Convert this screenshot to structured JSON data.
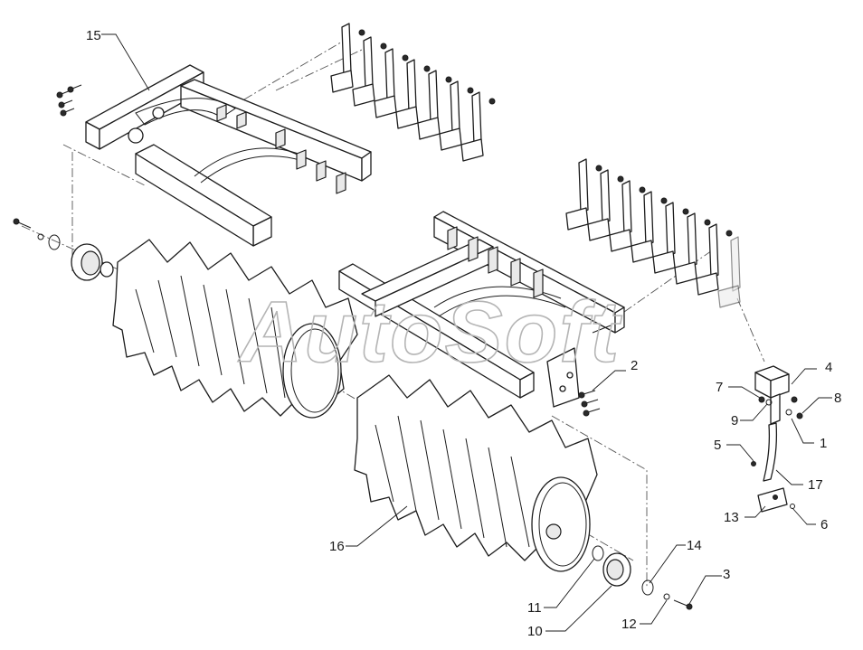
{
  "watermark": "AutoSoft",
  "labels": {
    "l1": "1",
    "l2": "2",
    "l3": "3",
    "l4": "4",
    "l5": "5",
    "l6": "6",
    "l7": "7",
    "l8": "8",
    "l9": "9",
    "l10": "10",
    "l11": "11",
    "l12": "12",
    "l13": "13",
    "l14": "14",
    "l15": "15",
    "l16": "16",
    "l17": "17"
  }
}
